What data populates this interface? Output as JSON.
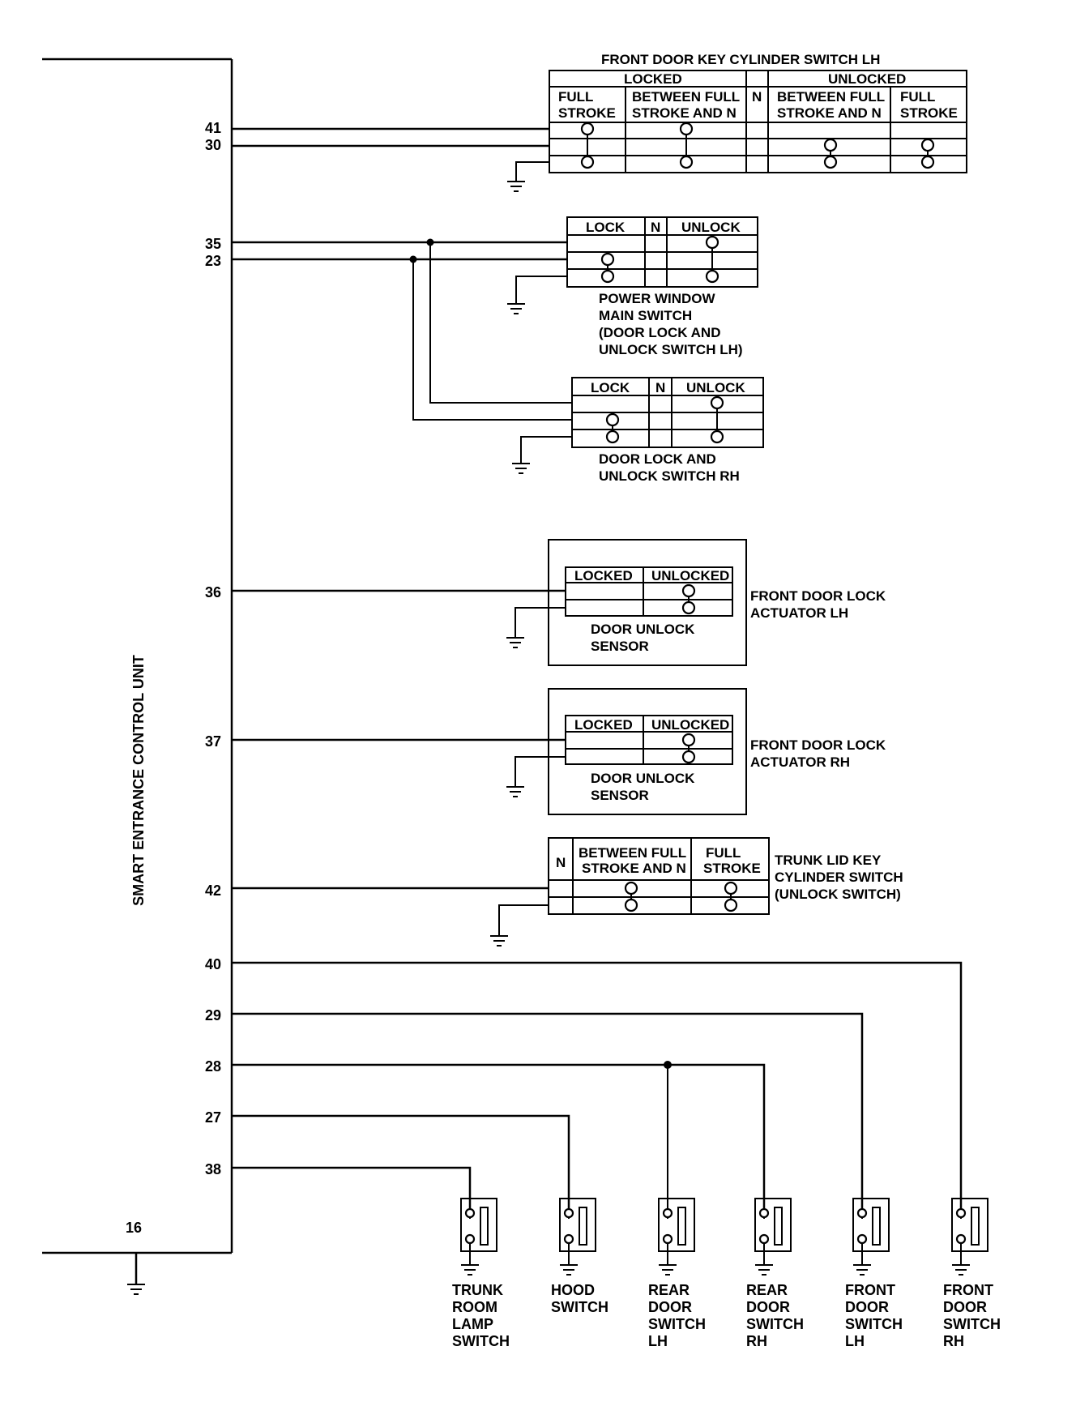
{
  "control_unit": {
    "label": "SMART ENTRANCE CONTROL UNIT"
  },
  "pins": [
    "41",
    "30",
    "35",
    "23",
    "36",
    "37",
    "42",
    "40",
    "29",
    "28",
    "27",
    "38",
    "16"
  ],
  "key_cylinder_lh": {
    "title": "FRONT DOOR KEY CYLINDER SWITCH LH",
    "locked": "LOCKED",
    "unlocked": "UNLOCKED",
    "full_stroke_1": "FULL",
    "full_stroke_2": "STROKE",
    "between_1": "BETWEEN FULL",
    "between_2": "STROKE AND N",
    "n": "N"
  },
  "pw_main_switch": {
    "lock": "LOCK",
    "n": "N",
    "unlock": "UNLOCK",
    "label": [
      "POWER WINDOW",
      "MAIN SWITCH",
      "(DOOR LOCK AND",
      "UNLOCK SWITCH LH)"
    ]
  },
  "lock_switch_rh": {
    "lock": "LOCK",
    "n": "N",
    "unlock": "UNLOCK",
    "label": [
      "DOOR LOCK AND",
      "UNLOCK SWITCH RH"
    ]
  },
  "actuator_lh": {
    "locked": "LOCKED",
    "unlocked": "UNLOCKED",
    "sensor": [
      "DOOR UNLOCK",
      "SENSOR"
    ],
    "label": [
      "FRONT DOOR LOCK",
      "ACTUATOR LH"
    ]
  },
  "actuator_rh": {
    "locked": "LOCKED",
    "unlocked": "UNLOCKED",
    "sensor": [
      "DOOR UNLOCK",
      "SENSOR"
    ],
    "label": [
      "FRONT DOOR LOCK",
      "ACTUATOR RH"
    ]
  },
  "trunk_key_switch": {
    "n": "N",
    "between_1": "BETWEEN FULL",
    "between_2": "STROKE AND N",
    "full_1": "FULL",
    "full_2": "STROKE",
    "label": [
      "TRUNK LID KEY",
      "CYLINDER SWITCH",
      "(UNLOCK SWITCH)"
    ]
  },
  "bottom_switches": [
    {
      "name": "trunk-room-lamp-switch",
      "label": [
        "TRUNK",
        "ROOM",
        "LAMP",
        "SWITCH"
      ]
    },
    {
      "name": "hood-switch",
      "label": [
        "HOOD",
        "SWITCH"
      ]
    },
    {
      "name": "rear-door-switch-lh",
      "label": [
        "REAR",
        "DOOR",
        "SWITCH",
        "LH"
      ]
    },
    {
      "name": "rear-door-switch-rh",
      "label": [
        "REAR",
        "DOOR",
        "SWITCH",
        "RH"
      ]
    },
    {
      "name": "front-door-switch-lh",
      "label": [
        "FRONT",
        "DOOR",
        "SWITCH",
        "LH"
      ]
    },
    {
      "name": "front-door-switch-rh",
      "label": [
        "FRONT",
        "DOOR",
        "SWITCH",
        "RH"
      ]
    }
  ]
}
